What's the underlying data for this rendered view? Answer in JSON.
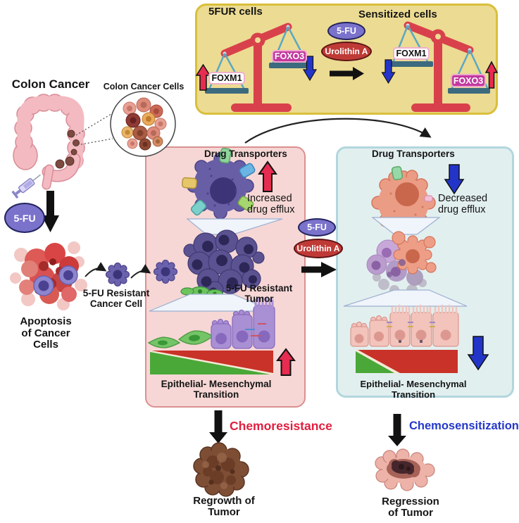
{
  "top_panel": {
    "title_5fur": "5FUR cells",
    "title_sensitized": "Sensitized cells",
    "pill_5fu": "5-FU",
    "pill_urolithin_a": "Urolithin A",
    "label_foxm1": "FOXM1",
    "label_foxo3": "FOXO3"
  },
  "left_flow": {
    "colon_cancer_title": "Colon Cancer",
    "colon_cancer_cells_label": "Colon Cancer Cells",
    "pill_5fu": "5-FU",
    "apoptosis_line1": "Apoptosis",
    "apoptosis_line2": "of Cancer",
    "apoptosis_line3": "Cells",
    "resistant_cell_line1": "5-FU Resistant",
    "resistant_cell_line2": "Cancer Cell"
  },
  "resistant_panel": {
    "header": "Drug Transporters",
    "efflux_line1": "Increased",
    "efflux_line2": "drug efflux",
    "tumor_line1": "5-FU Resistant",
    "tumor_line2": "Tumor",
    "emt_line1": "Epithelial- Mesenchymal",
    "emt_line2": "Transition"
  },
  "treatment": {
    "pill_5fu": "5-FU",
    "pill_urolithin_a": "Urolithin A"
  },
  "sensitized_panel": {
    "header": "Drug Transporters",
    "efflux_line1": "Decreased",
    "efflux_line2": "drug efflux",
    "emt_label": "Epithelial- Mesenchymal Transition"
  },
  "outcomes": {
    "chemoresistance_label": "Chemoresistance",
    "regrowth_line1": "Regrowth of",
    "regrowth_line2": "Tumor",
    "chemosensitization_label": "Chemosensitization",
    "regression_line1": "Regression",
    "regression_line2": "of Tumor"
  },
  "colors": {
    "chemoresistance_red": "#e02040",
    "chemosensitization_blue": "#2438c8",
    "pill_5fu_purple": "#7a72cb",
    "pill_urolithin_red": "#bf3a36",
    "increase_arrow_red": "#e62c50",
    "decrease_arrow_blue": "#2335c8",
    "panel_5fur_yellow": "#ecdb92",
    "panel_resistant_pink": "#f6d7d5",
    "panel_sensitized_teal": "#e2efef",
    "foxo3_magenta": "#c2399e"
  }
}
